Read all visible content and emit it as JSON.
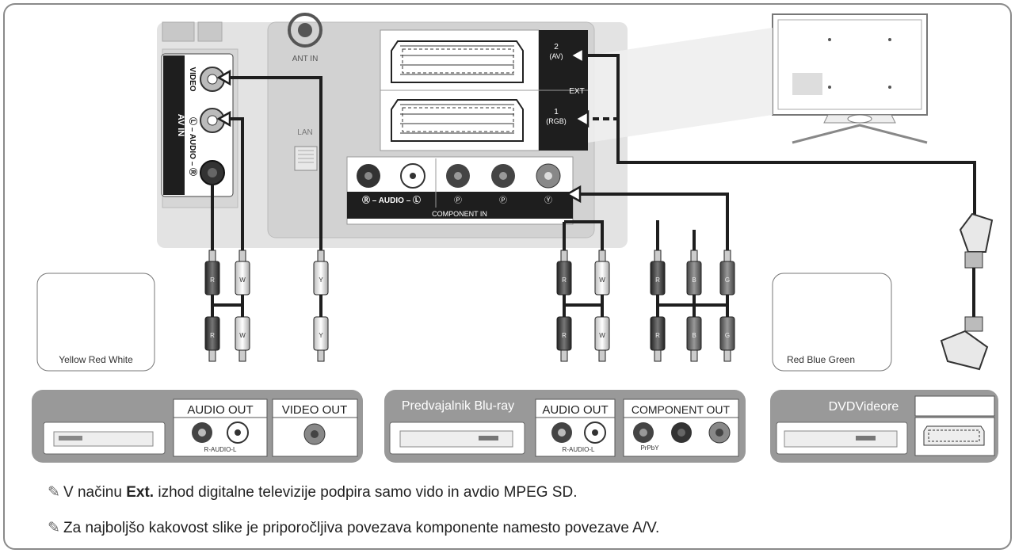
{
  "tv_panel": {
    "av_in": "AV IN",
    "video": "VIDEO",
    "audio": "Ⓛ – AUDIO – Ⓡ",
    "ant_in": "ANT IN",
    "lan": "LAN",
    "ext": "EXT",
    "ext2": "2",
    "ext2_sub": "(AV)",
    "ext1": "1",
    "ext1_sub": "(RGB)",
    "comp_audio": "Ⓡ – AUDIO – Ⓛ",
    "comp_pb": "Ⓟ",
    "comp_pr": "Ⓟ",
    "comp_y": "Ⓨ",
    "component_in": "COMPONENT IN"
  },
  "plug_letters": {
    "r": "R",
    "w": "W",
    "y": "Y",
    "b": "B",
    "g": "G"
  },
  "legend_left": "Yellow Red White",
  "legend_right": "Red Blue Green",
  "device1": {
    "audio_out": "AUDIO OUT",
    "video_out": "VIDEO OUT",
    "r_audio_l": "R-AUDIO-L"
  },
  "device2": {
    "title": "Predvajalnik Blu-ray",
    "audio_out": "AUDIO OUT",
    "component_out": "COMPONENT OUT",
    "r_audio_l": "R-AUDIO-L",
    "prpby": "PrPbY"
  },
  "device3": {
    "title": "DVDVideore"
  },
  "notes": {
    "n1_pre": "V načinu ",
    "n1_bold": "Ext.",
    "n1_post": " izhod digitalne televizije podpira samo vido in avdio MPEG SD.",
    "n2": "Za najboljšo kakovost slike je priporočljiva povezava komponente namesto povezave A/V."
  },
  "colors": {
    "frame": "#8a8a8a",
    "panel": "#e3e3e3",
    "dark": "#1e1e1e",
    "device_bg": "#999999"
  }
}
